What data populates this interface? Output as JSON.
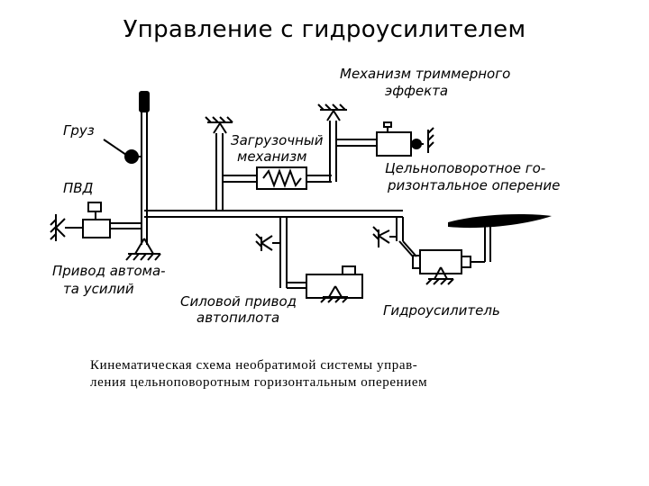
{
  "title": "Управление с гидроусилителем",
  "labels": {
    "trim_mechanism_1": "Механизм триммерного",
    "trim_mechanism_2": "эффекта",
    "load_1": "Загрузочный",
    "load_2": "механизм",
    "weight": "Груз",
    "pvd": "ПВД",
    "stabilizer_1": "Цельноповоротное го-",
    "stabilizer_2": "ризонтальное оперение",
    "force_drive_1": "Привод автома-",
    "force_drive_2": "та усилий",
    "autopilot_1": "Силовой привод",
    "autopilot_2": "автопилота",
    "booster": "Гидроусилитель"
  },
  "caption": {
    "line1": "Кинематическая схема необратимой системы управ-",
    "line2": "ления цельноповоротным горизонтальным оперением"
  }
}
